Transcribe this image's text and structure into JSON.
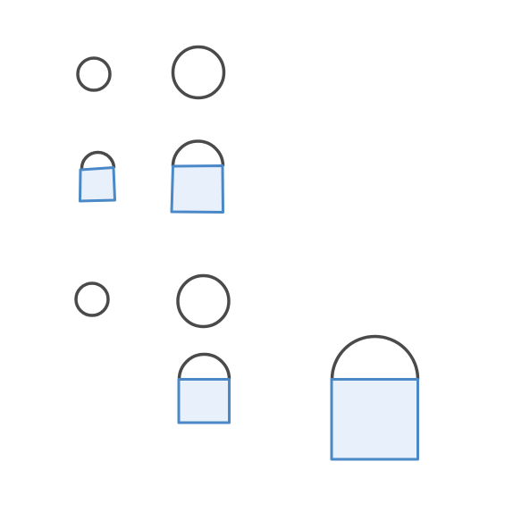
{
  "canvas": {
    "background": "#ffffff"
  },
  "palette": {
    "stroke_dark": "#4a4a4a",
    "stroke_blue": "#4a88c7",
    "fill_blue": "#e8f0fb"
  },
  "shapes": [
    {
      "name": "circle-shape-small-1",
      "kind": "circle"
    },
    {
      "name": "circle-shape-medium-1",
      "kind": "circle"
    },
    {
      "name": "lock-shape-small-1",
      "kind": "lock"
    },
    {
      "name": "lock-shape-medium-1",
      "kind": "lock"
    },
    {
      "name": "circle-shape-small-2",
      "kind": "circle"
    },
    {
      "name": "circle-shape-medium-2",
      "kind": "circle"
    },
    {
      "name": "lock-shape-medium-2",
      "kind": "lock"
    },
    {
      "name": "lock-shape-large-1",
      "kind": "lock"
    }
  ]
}
